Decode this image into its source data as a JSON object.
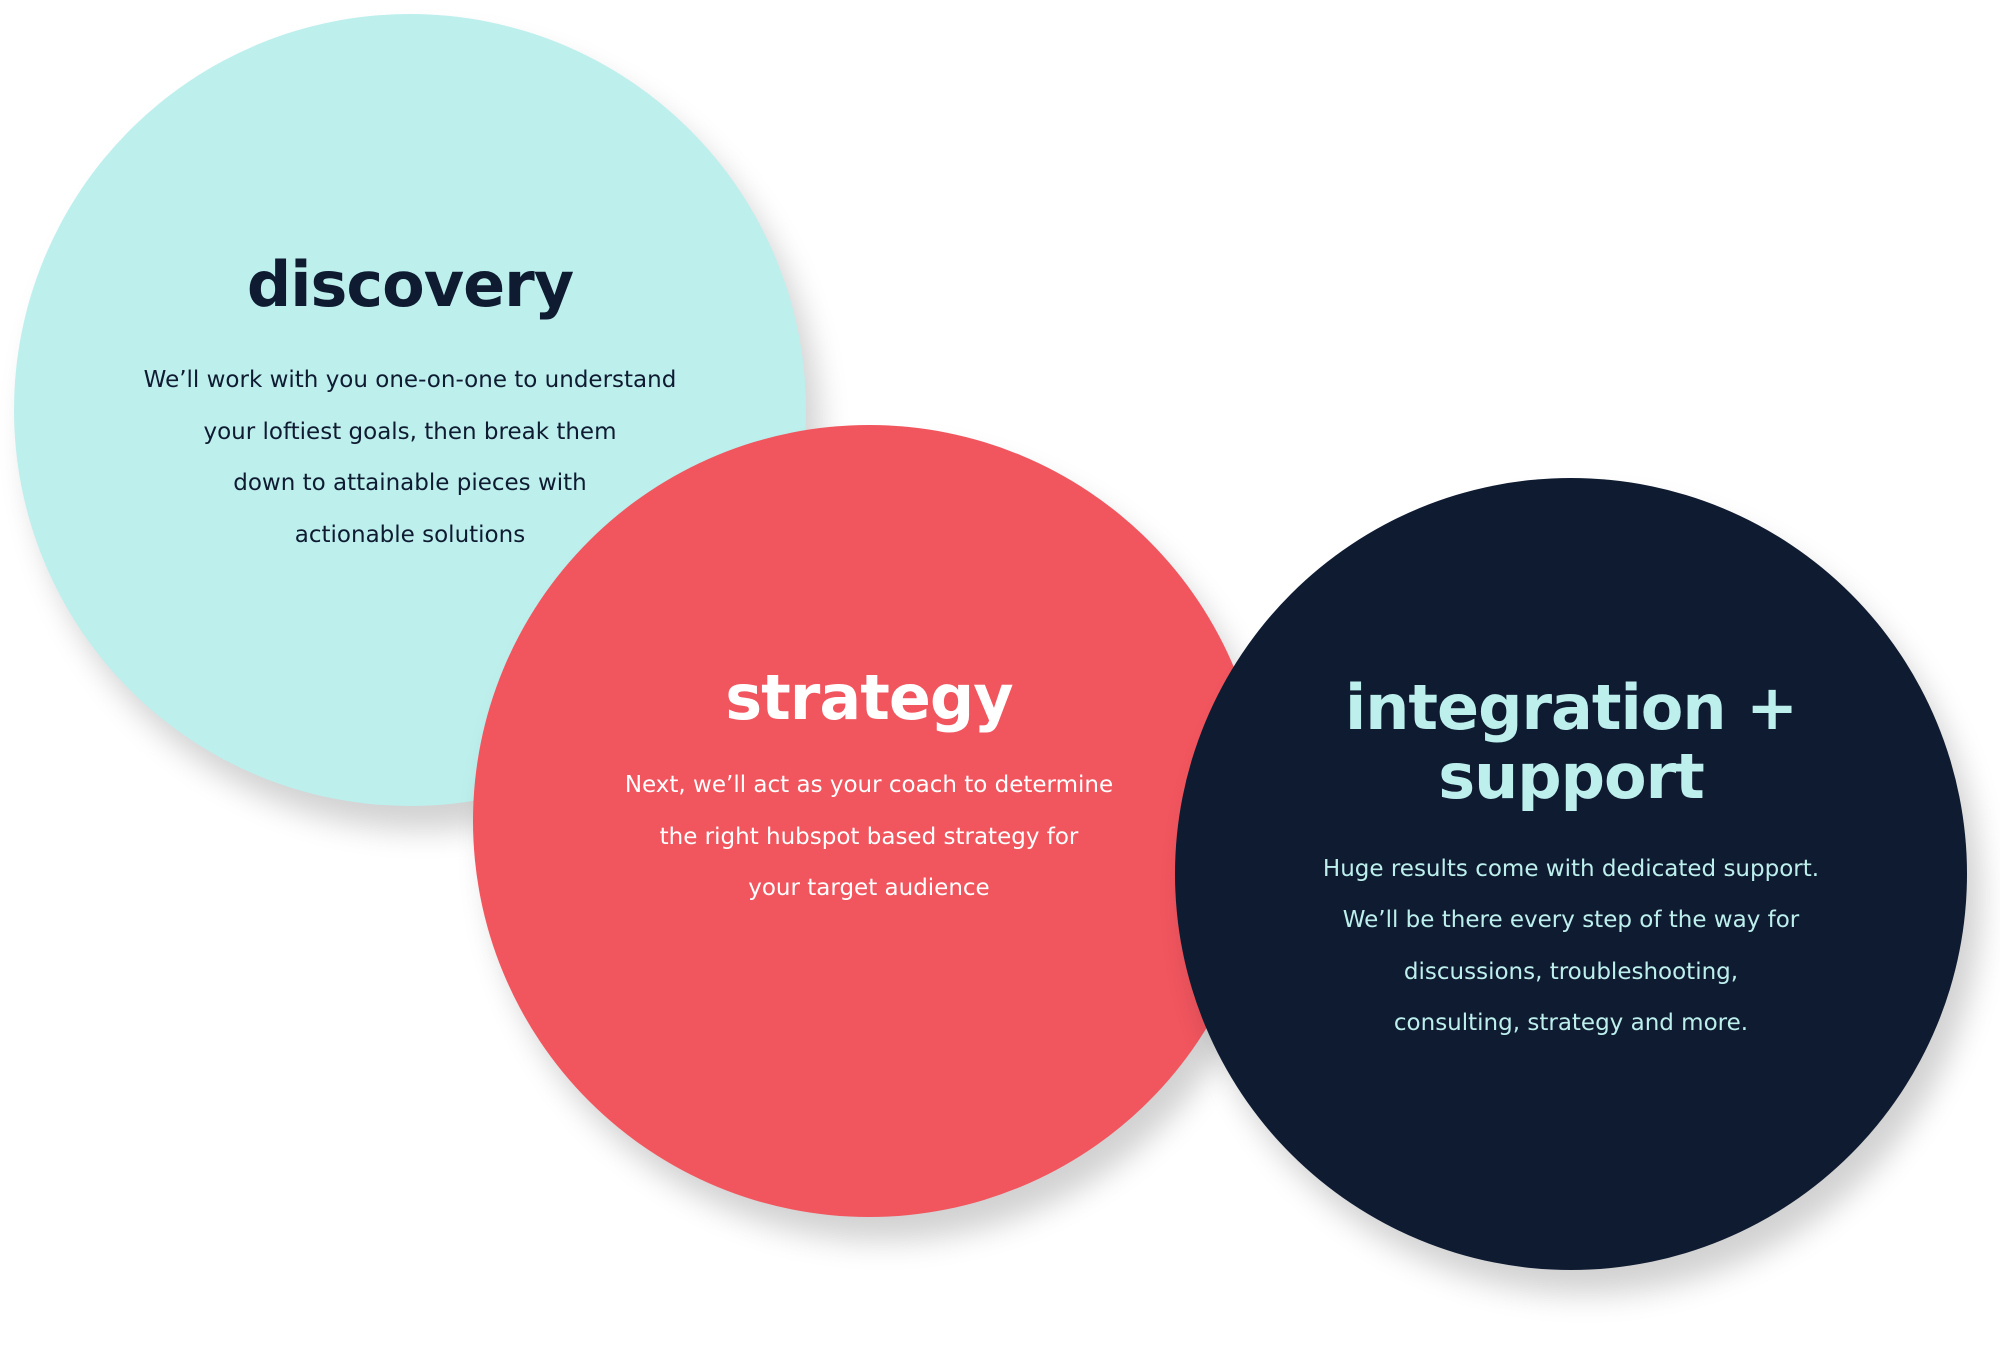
{
  "circles": {
    "discovery": {
      "title": "discovery",
      "description": "We’ll work with  you one-on-one to understand\nyour loftiest goals, then break them\ndown to attainable pieces with\nactionable solutions",
      "color": "#bdefed"
    },
    "strategy": {
      "title": "strategy",
      "description": "Next, we’ll act as your coach to determine\nthe right hubspot based strategy for\nyour target audience",
      "color": "#f1555e"
    },
    "integration": {
      "title": "integration +\nsupport",
      "description": "Huge results come with dedicated support.\nWe’ll be there every step of the way for\ndiscussions, troubleshooting,\nconsulting, strategy and more.",
      "color": "#0e1b31"
    }
  },
  "colors": {
    "navy": "#0e1b31",
    "aqua": "#bdefed",
    "coral": "#f1555e",
    "white": "#ffffff"
  }
}
